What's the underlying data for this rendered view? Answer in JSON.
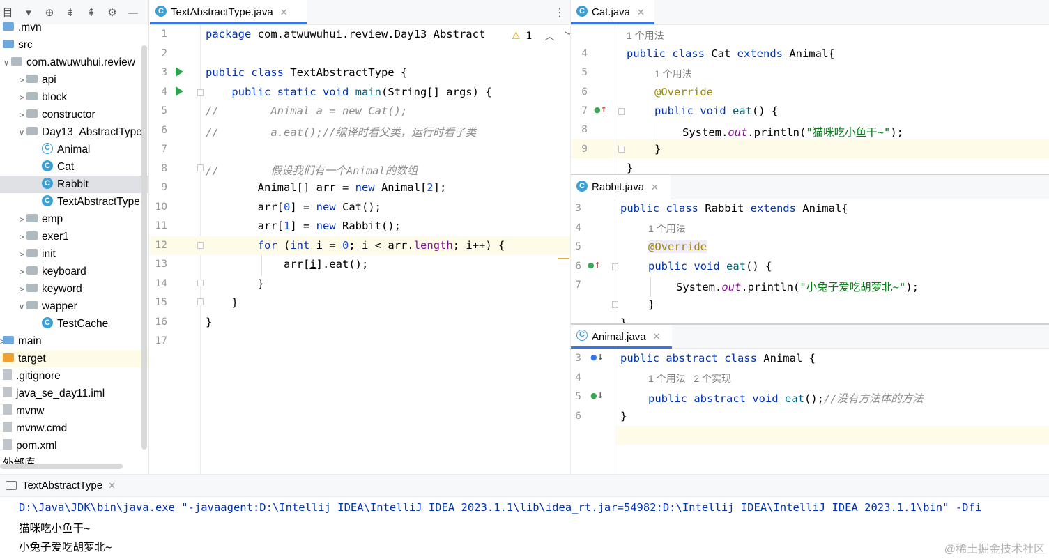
{
  "tree": {
    "items": [
      {
        "label": ".mvn",
        "kind": "folder"
      },
      {
        "label": "src",
        "kind": "folder"
      },
      {
        "label": "com.atwuwuhui.review",
        "kind": "package"
      },
      {
        "label": "api",
        "kind": "package"
      },
      {
        "label": "block",
        "kind": "package"
      },
      {
        "label": "constructor",
        "kind": "package"
      },
      {
        "label": "Day13_AbstractType",
        "kind": "package"
      },
      {
        "label": "Animal",
        "kind": "abstract-class"
      },
      {
        "label": "Cat",
        "kind": "class"
      },
      {
        "label": "Rabbit",
        "kind": "class"
      },
      {
        "label": "TextAbstractType",
        "kind": "runnable-class"
      },
      {
        "label": "emp",
        "kind": "package"
      },
      {
        "label": "exer1",
        "kind": "package"
      },
      {
        "label": "init",
        "kind": "package"
      },
      {
        "label": "keyboard",
        "kind": "package"
      },
      {
        "label": "keyword",
        "kind": "package"
      },
      {
        "label": "wapper",
        "kind": "package"
      },
      {
        "label": "TestCache",
        "kind": "runnable-class"
      },
      {
        "label": "main",
        "kind": "folder"
      },
      {
        "label": "target",
        "kind": "folder-excluded"
      },
      {
        "label": ".gitignore",
        "kind": "file"
      },
      {
        "label": "java_se_day11.iml",
        "kind": "file"
      },
      {
        "label": "mvnw",
        "kind": "file"
      },
      {
        "label": "mvnw.cmd",
        "kind": "file"
      },
      {
        "label": "pom.xml",
        "kind": "file"
      },
      {
        "label": "外部库",
        "kind": "library"
      }
    ]
  },
  "editor_main": {
    "tab": "TextAbstractType.java",
    "warning_count": "1",
    "line_numbers": [
      "1",
      "2",
      "3",
      "4",
      "5",
      "6",
      "7",
      "8",
      "9",
      "10",
      "11",
      "12",
      "13",
      "14",
      "15",
      "16",
      "17"
    ]
  },
  "editor_cat": {
    "tab": "Cat.java",
    "hint1": "1 个用法",
    "hint2": "1 个用法",
    "line_numbers": [
      "4",
      "5",
      "6",
      "7",
      "8",
      "9"
    ]
  },
  "editor_rabbit": {
    "tab": "Rabbit.java",
    "hint1": "1 个用法",
    "line_numbers": [
      "3",
      "4",
      "5",
      "6",
      "7"
    ]
  },
  "editor_animal": {
    "tab": "Animal.java",
    "hint1": "1 个用法   2 个实现",
    "line_numbers": [
      "3",
      "4",
      "5",
      "6"
    ]
  },
  "console": {
    "tab": "TextAbstractType",
    "lines": [
      "D:\\Java\\JDK\\bin\\java.exe \"-javaagent:D:\\Intellij IDEA\\IntelliJ IDEA 2023.1.1\\lib\\idea_rt.jar=54982:D:\\Intellij IDEA\\IntelliJ IDEA 2023.1.1\\bin\" -Dfi",
      "猫咪吃小鱼干~",
      "小兔子爱吃胡萝北~"
    ],
    "watermark": "@稀土掘金技术社区"
  },
  "colors": {
    "keyword": "#0033b3",
    "string": "#067d17",
    "comment": "#8c8c8c",
    "annotation": "#9e880d",
    "field": "#871094",
    "accent": "#3574f0",
    "current_line": "#fefce8"
  }
}
